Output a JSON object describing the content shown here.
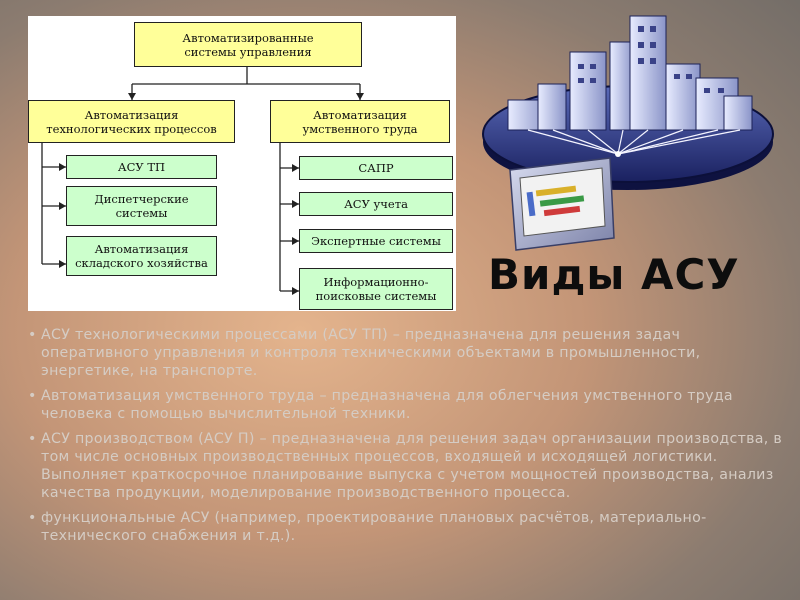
{
  "slide": {
    "title": "Виды АСУ"
  },
  "diagram": {
    "root": "Автоматизированные\nсистемы управления",
    "left_branch": {
      "title": "Автоматизация\nтехнологических процессов",
      "children": [
        "АСУ ТП",
        "Диспетчерские\nсистемы",
        "Автоматизация\nскладского хозяйства"
      ]
    },
    "right_branch": {
      "title": "Автоматизация\nумственного труда",
      "children": [
        "САПР",
        "АСУ учета",
        "Экспертные системы",
        "Информационно-\nпоисковые системы"
      ]
    }
  },
  "bullets": [
    "АСУ технологическими процессами (АСУ ТП) – предназначена для решения задач оперативного управления и контроля техническими объектами в промышленности, энергетике, на транспорте.",
    "Автоматизация умственного труда – предназначена для облегчения умственного труда человека с помощью вычислительной техники.",
    "АСУ производством (АСУ П) – предназначена для решения задач организации производства, в том числе основных производственных процессов, входящей и исходящей логистики. Выполняет краткосрочное планирование выпуска с учетом мощностей производства, анализ качества продукции, моделирование производственного процесса.",
    "функциональные АСУ (например, проектирование плановых расчётов, материально-технического снабжения и т.д.)."
  ],
  "colors": {
    "root_box": "#ffff99",
    "branch_box": "#ffff99",
    "leaf_box": "#ccffcc",
    "bullet_text": "#d5ccc4",
    "title_text": "#0d0d0d"
  },
  "icons": [
    "city-network-illustration",
    "computer-monitor-icon"
  ]
}
